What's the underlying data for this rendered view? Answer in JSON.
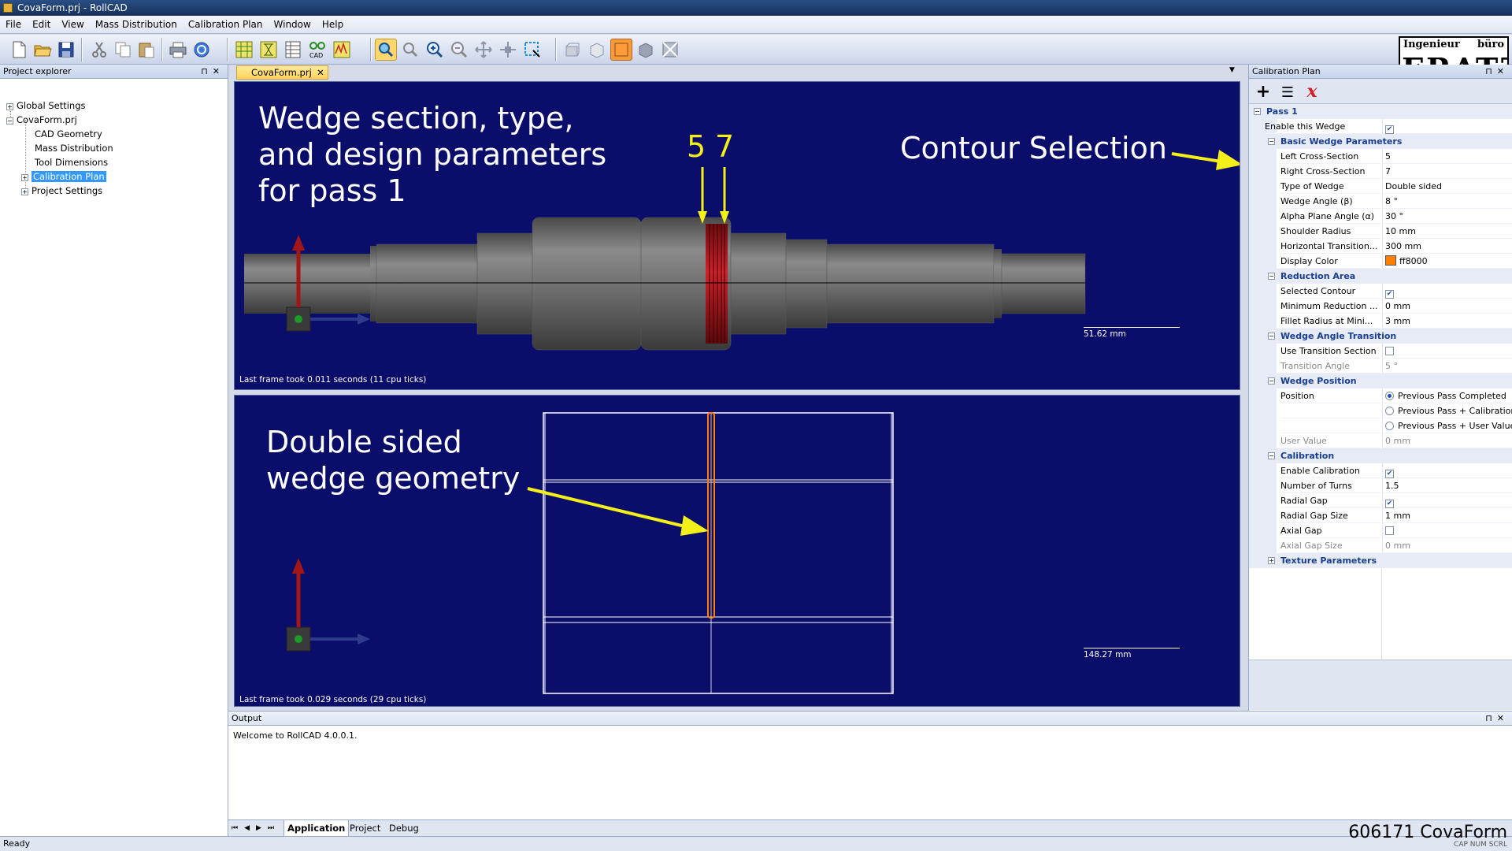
{
  "window": {
    "title": "CovaForm.prj - RollCAD"
  },
  "menu": [
    "File",
    "Edit",
    "View",
    "Mass Distribution",
    "Calibration Plan",
    "Window",
    "Help"
  ],
  "logo": {
    "top_left": "Ingenieur",
    "top_right": "büro",
    "word": "ERATZ"
  },
  "project_explorer": {
    "title": "Project explorer",
    "items": [
      {
        "label": "Global Settings",
        "expander": "+"
      },
      {
        "label": "CovaForm.prj",
        "expander": "-"
      },
      {
        "label": "CAD Geometry"
      },
      {
        "label": "Mass Distribution"
      },
      {
        "label": "Tool Dimensions"
      },
      {
        "label": "Calibration Plan",
        "expander": "+",
        "selected": true
      },
      {
        "label": "Project Settings",
        "expander": "+"
      }
    ]
  },
  "document": {
    "tab_label": "CovaForm.prj",
    "top_view": {
      "annotation": "Wedge section, type,\nand design parameters\nfor pass 1",
      "left_number": "5",
      "right_number": "7",
      "contour_annotation": "Contour Selection",
      "scale_label": "51.62 mm",
      "frame_info": "Last frame took 0.011 seconds (11 cpu ticks)"
    },
    "bottom_view": {
      "annotation": "Double sided\nwedge geometry",
      "scale_label": "148.27 mm",
      "frame_info": "Last frame took 0.029 seconds (29 cpu ticks)"
    }
  },
  "calibration_plan": {
    "title": "Calibration Plan",
    "tool_icons": [
      "add-icon",
      "list-indent-icon",
      "delete-icon"
    ],
    "pass_label": "Pass 1",
    "enable_wedge": {
      "label": "Enable this Wedge",
      "checked": true
    },
    "basic": {
      "title": "Basic Wedge Parameters",
      "rows": [
        {
          "key": "Left Cross-Section",
          "value": "5"
        },
        {
          "key": "Right Cross-Section",
          "value": "7"
        },
        {
          "key": "Type of Wedge",
          "value": "Double sided"
        },
        {
          "key": "Wedge Angle (β)",
          "value": "8 °"
        },
        {
          "key": "Alpha Plane Angle (α)",
          "value": "30 °"
        },
        {
          "key": "Shoulder Radius",
          "value": "10 mm"
        },
        {
          "key": "Horizontal Transition...",
          "value": "300 mm"
        },
        {
          "key": "Display Color",
          "value": "ff8000",
          "color": "#ff8000"
        }
      ]
    },
    "reduction": {
      "title": "Reduction Area",
      "selected_contour": {
        "key": "Selected Contour",
        "checked": true
      },
      "rows": [
        {
          "key": "Minimum Reduction ...",
          "value": "0 mm"
        },
        {
          "key": "Fillet Radius at Mini...",
          "value": "3 mm"
        }
      ]
    },
    "transition": {
      "title": "Wedge Angle Transition",
      "use_transition": {
        "key": "Use Transition Section",
        "checked": false
      },
      "angle": {
        "key": "Transition Angle",
        "value": "5 °"
      }
    },
    "position": {
      "title": "Wedge Position",
      "key": "Position",
      "options": [
        "Previous Pass Completed",
        "Previous Pass + Calibration",
        "Previous Pass + User Value"
      ],
      "selected_index": 0,
      "user_value": {
        "key": "User Value",
        "value": "0 mm"
      }
    },
    "calibration": {
      "title": "Calibration",
      "enable": {
        "key": "Enable Calibration",
        "checked": true
      },
      "turns": {
        "key": "Number of Turns",
        "value": "1.5"
      },
      "radial_gap": {
        "key": "Radial Gap",
        "checked": true
      },
      "radial_gap_size": {
        "key": "Radial Gap Size",
        "value": "1 mm"
      },
      "axial_gap": {
        "key": "Axial Gap",
        "checked": false
      },
      "axial_gap_size": {
        "key": "Axial Gap Size",
        "value": "0 mm"
      }
    },
    "texture": {
      "title": "Texture Parameters"
    }
  },
  "output": {
    "title": "Output",
    "text": "Welcome to RollCAD 4.0.0.1.",
    "tabs": [
      "Application",
      "Project",
      "Debug"
    ],
    "active_tab": "Application"
  },
  "status": {
    "text": "Ready",
    "indicators": "CAP NUM SCRL"
  },
  "caption": "606171 CovaForm",
  "colors": {
    "viewport_bg": "#0b0d6a",
    "annotation_yellow": "#f3ef19",
    "wedge_red": "#b3161c",
    "selection": "#3399ff"
  }
}
